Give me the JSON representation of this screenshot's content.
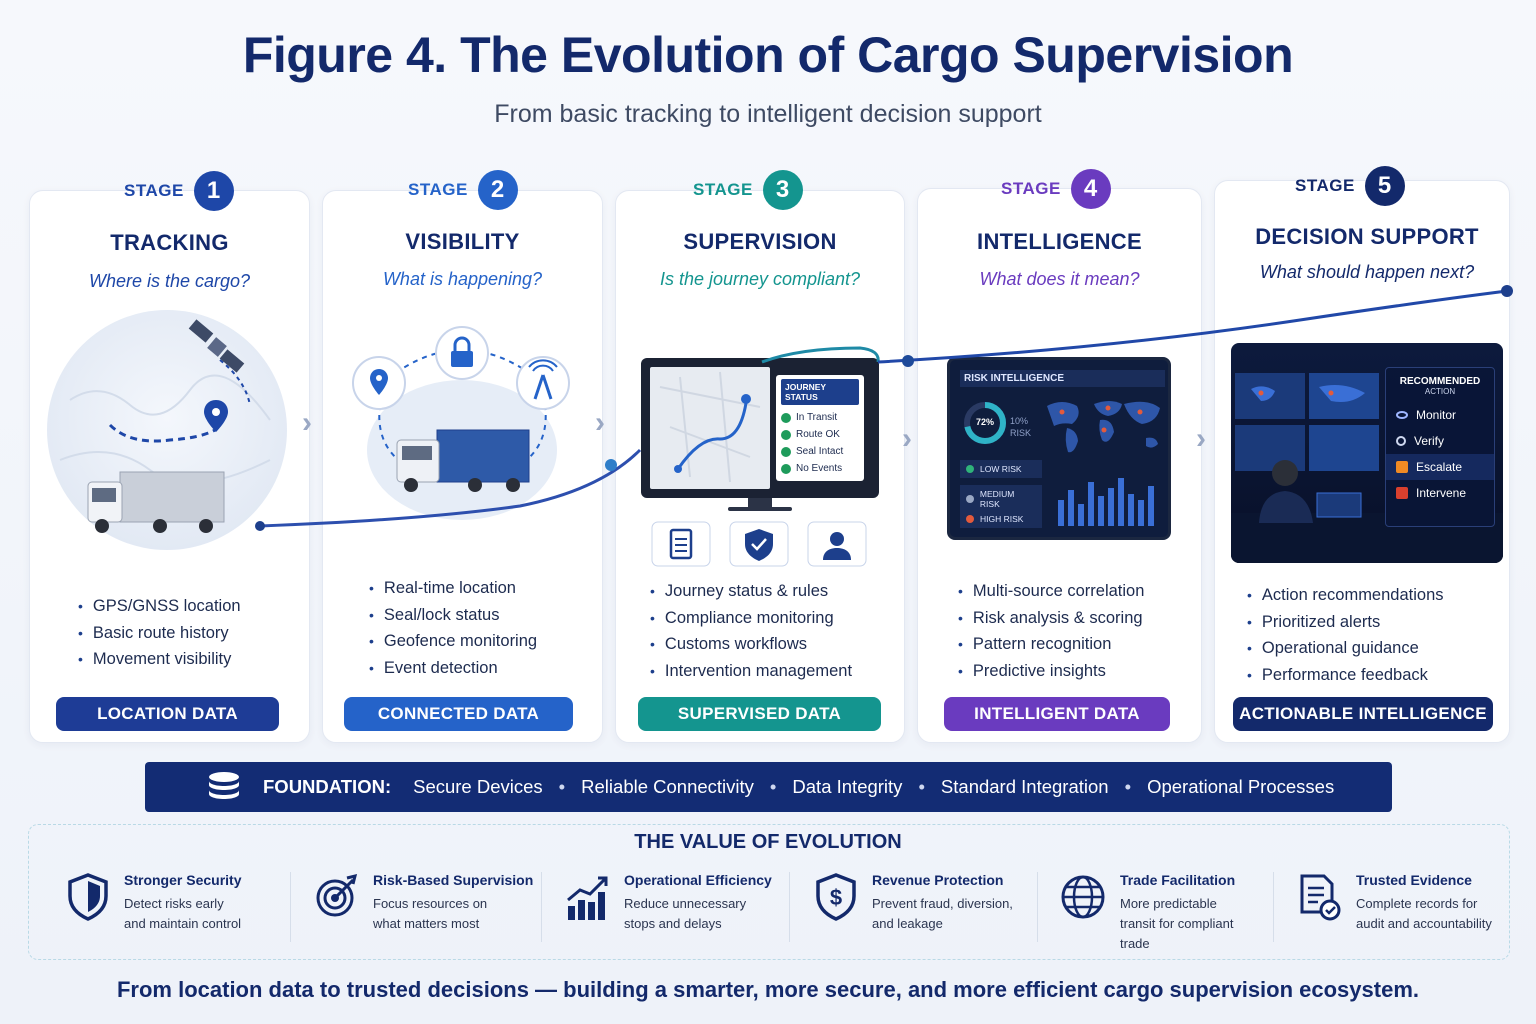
{
  "title": "Figure 4. The Evolution of Cargo Supervision",
  "subtitle": "From basic tracking to intelligent decision support",
  "stage_word": "STAGE",
  "stages": [
    {
      "num": "1",
      "title": "TRACKING",
      "question": "Where is the cargo?",
      "color": "#1e47a8",
      "bullets": [
        "GPS/GNSS location",
        "Basic route history",
        "Movement visibility"
      ],
      "pill": "LOCATION DATA"
    },
    {
      "num": "2",
      "title": "VISIBILITY",
      "question": "What is happening?",
      "color": "#2563c9",
      "bullets": [
        "Real-time location",
        "Seal/lock status",
        "Geofence monitoring",
        "Event detection"
      ],
      "pill": "CONNECTED DATA"
    },
    {
      "num": "3",
      "title": "SUPERVISION",
      "question": "Is the journey compliant?",
      "color": "#14958f",
      "bullets": [
        "Journey status & rules",
        "Compliance monitoring",
        "Customs workflows",
        "Intervention management"
      ],
      "pill": "SUPERVISED DATA"
    },
    {
      "num": "4",
      "title": "INTELLIGENCE",
      "question": "What does it mean?",
      "color": "#6a3bbf",
      "bullets": [
        "Multi-source correlation",
        "Risk analysis & scoring",
        "Pattern recognition",
        "Predictive insights"
      ],
      "pill": "INTELLIGENT DATA"
    },
    {
      "num": "5",
      "title": "DECISION SUPPORT",
      "question": "What should happen next?",
      "color": "#13296b",
      "bullets": [
        "Action recommendations",
        "Prioritized alerts",
        "Operational guidance",
        "Performance feedback"
      ],
      "pill": "ACTIONABLE INTELLIGENCE"
    }
  ],
  "journey_panel": {
    "title": "JOURNEY STATUS",
    "items": [
      "In Transit",
      "Route OK",
      "Seal Intact",
      "No Events"
    ]
  },
  "risk_panel": {
    "title": "RISK INTELLIGENCE",
    "gauge": "72%",
    "gauge_note": "10%",
    "gauge_note2": "RISK",
    "levels": [
      "LOW RISK",
      "MEDIUM RISK",
      "HIGH RISK"
    ]
  },
  "action_panel": {
    "title": "RECOMMENDED",
    "subtitle": "ACTION",
    "items": [
      "Monitor",
      "Verify",
      "Escalate",
      "Intervene"
    ]
  },
  "foundation": {
    "label": "FOUNDATION:",
    "items": [
      "Secure Devices",
      "Reliable Connectivity",
      "Data Integrity",
      "Standard Integration",
      "Operational Processes"
    ]
  },
  "value": {
    "title": "THE VALUE OF EVOLUTION",
    "items": [
      {
        "title": "Stronger Security",
        "lines": [
          "Detect risks early",
          "and maintain control"
        ],
        "icon": "shield-icon"
      },
      {
        "title": "Risk-Based Supervision",
        "lines": [
          "Focus resources on",
          "what matters most"
        ],
        "icon": "target-icon"
      },
      {
        "title": "Operational Efficiency",
        "lines": [
          "Reduce unnecessary",
          "stops and delays"
        ],
        "icon": "growth-chart-icon"
      },
      {
        "title": "Revenue Protection",
        "lines": [
          "Prevent fraud, diversion,",
          "and leakage"
        ],
        "icon": "dollar-shield-icon"
      },
      {
        "title": "Trade Facilitation",
        "lines": [
          "More predictable",
          "transit for compliant",
          "trade"
        ],
        "icon": "globe-icon"
      },
      {
        "title": "Trusted Evidence",
        "lines": [
          "Complete records for",
          "audit and accountability"
        ],
        "icon": "document-check-icon"
      }
    ]
  },
  "footer": "From location data to trusted decisions — building a smarter, more secure, and more efficient cargo supervision ecosystem.",
  "colors": {
    "navy": "#13296b",
    "blue": "#2563c9",
    "teal": "#14958f",
    "purple": "#6a3bbf"
  }
}
